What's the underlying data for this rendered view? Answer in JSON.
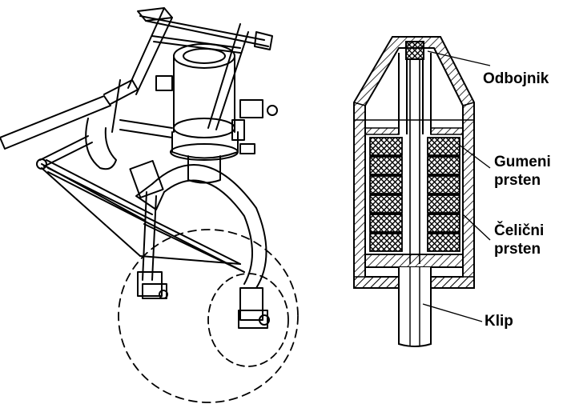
{
  "labels": {
    "odbojnik": "Odbojnik",
    "gumeni_1": "Gumeni",
    "gumeni_2": "prsten",
    "celicni_1": "Čelični",
    "celicni_2": "prsten",
    "klip": "Klip"
  },
  "colors": {
    "ink": "#000000",
    "paper": "#ffffff",
    "hatch": "#000000"
  }
}
